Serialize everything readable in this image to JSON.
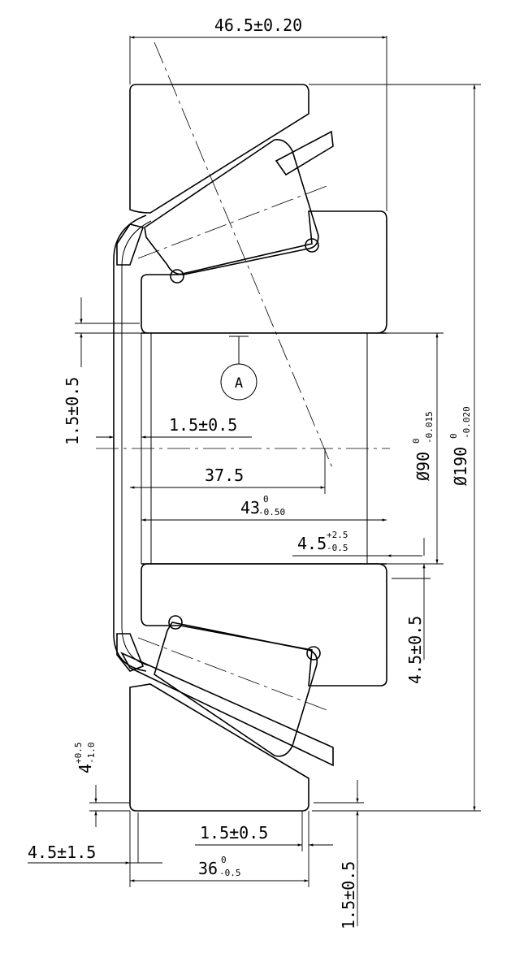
{
  "dimensions": {
    "overall_width": "46.5±0.20",
    "left_clearance": "1.5±0.5",
    "inner_gap": "1.5±0.5",
    "cone_offset": "37.5",
    "cone_width_main": "43",
    "cone_width_upper": "0",
    "cone_width_lower": "-0.50",
    "bore_diameter_main": "Ø90",
    "bore_diameter_upper": "0",
    "bore_diameter_lower": "-0.015",
    "outer_diameter_main": "Ø190",
    "outer_diameter_upper": "0",
    "outer_diameter_lower": "-0.020",
    "rib_offset_main": "4.5",
    "rib_offset_upper": "+2.5",
    "rib_offset_lower": "-0.5",
    "right_step": "4.5±0.5",
    "left_step_main": "4",
    "left_step_upper": "+0.5",
    "left_step_lower": "-1.0",
    "bottom_left": "4.5±1.5",
    "bottom_gap": "1.5±0.5",
    "cup_width_main": "36",
    "cup_width_upper": "0",
    "cup_width_lower": "-0.5",
    "bottom_right": "1.5±0.5"
  },
  "datum_label": "A"
}
